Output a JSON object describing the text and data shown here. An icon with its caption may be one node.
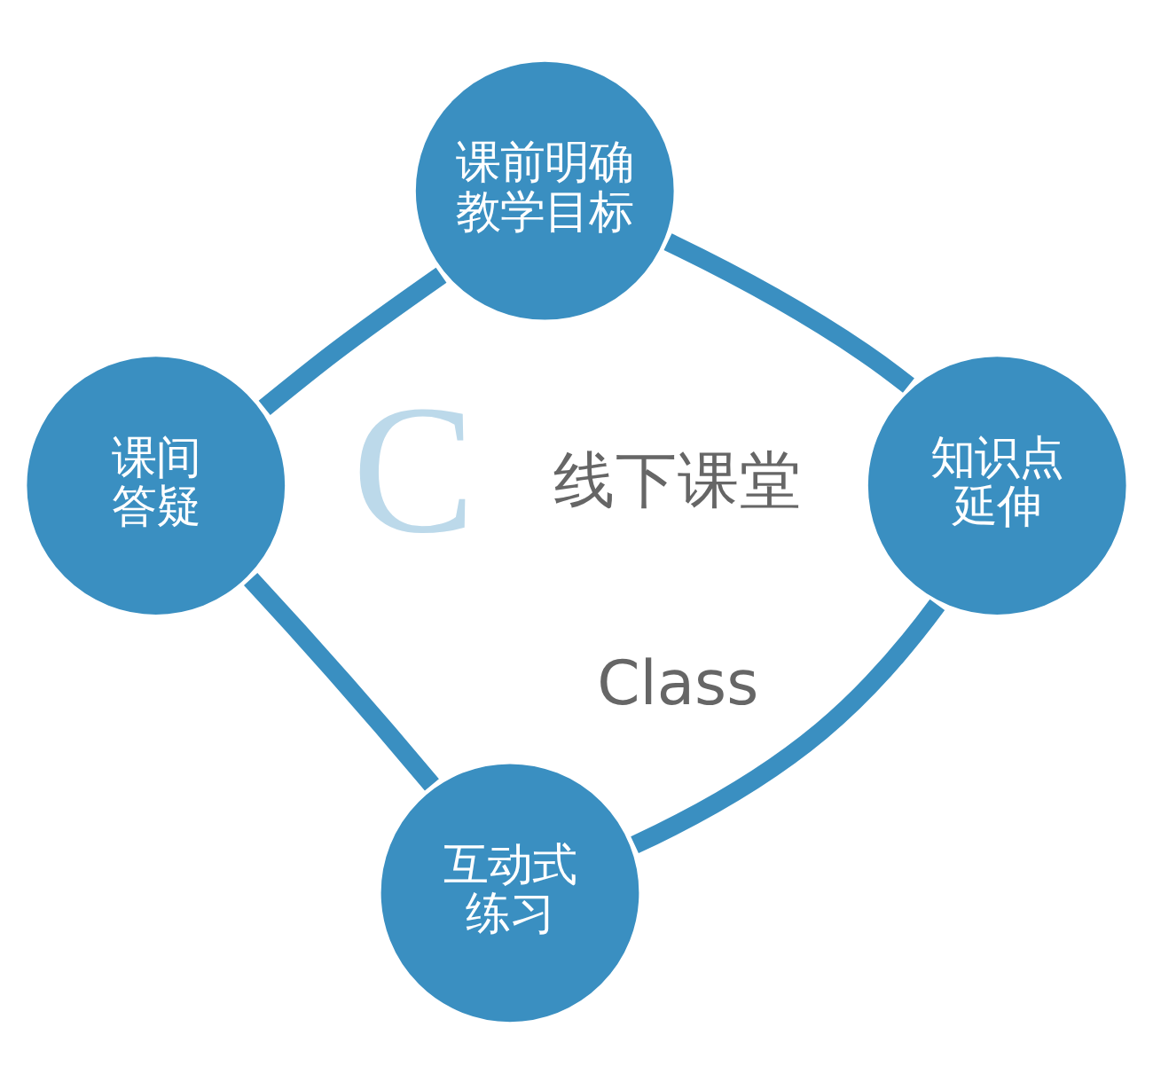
{
  "diagram": {
    "nodes": [
      {
        "text": [
          "课前明确教学目标"
        ]
      },
      {
        "text": [
          "课间答疑"
        ]
      },
      {
        "text": [
          "知识点延伸"
        ]
      },
      {
        "text": [
          "互动式练习"
        ]
      }
    ],
    "edges": [
      {
        "from": 0,
        "to": 2,
        "arrow": "none"
      },
      {
        "from": 2,
        "to": 3,
        "arrow": "none"
      },
      {
        "from": 3,
        "to": 1,
        "arrow": "none"
      },
      {
        "from": 1,
        "to": 0,
        "arrow": "none"
      }
    ],
    "labels": [
      "C",
      "线下课堂",
      "Class"
    ]
  }
}
